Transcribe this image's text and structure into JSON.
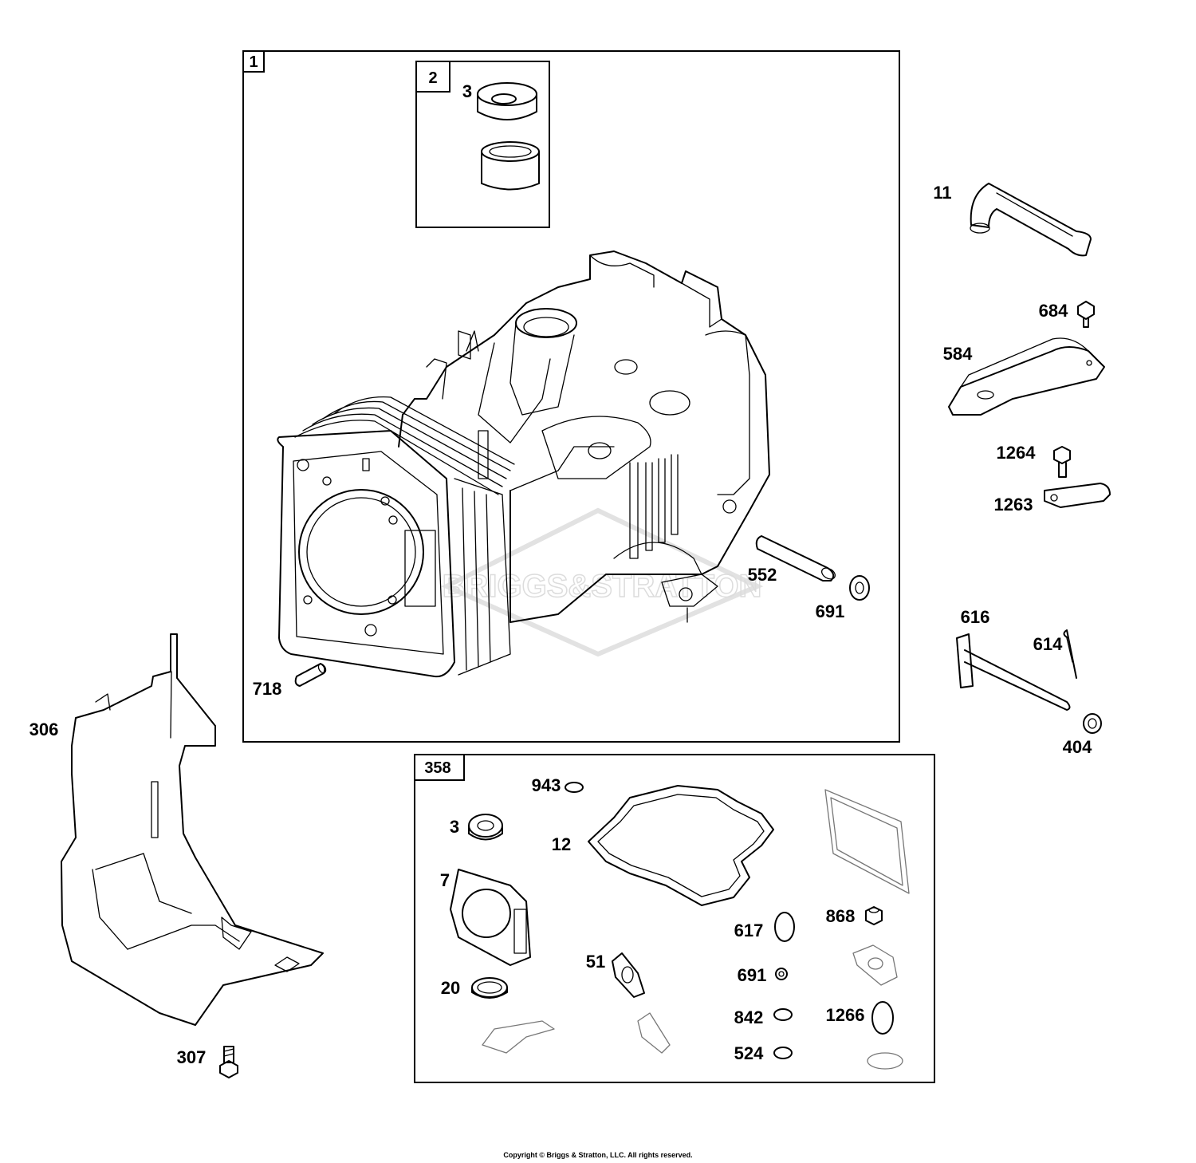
{
  "diagram": {
    "kit_boxes": {
      "cylinder_assembly": "1",
      "bearing_kit": "2",
      "gasket_set": "358"
    },
    "callouts": {
      "bearing_top": "3",
      "breather_tube": "11",
      "screw_684": "684",
      "breather_cover": "584",
      "screw_1264": "1264",
      "plate_1263": "1263",
      "governor_shaft": "552",
      "washer_691_upper": "691",
      "governor_crank": "616",
      "hairpin_clip": "614",
      "washer_404": "404",
      "dowel_pin": "718",
      "air_guide": "306",
      "screw_307": "307",
      "oring_943": "943",
      "oil_seal": "3",
      "sump_gasket": "12",
      "head_gasket": "7",
      "seal_20": "20",
      "intake_gasket": "51",
      "oring_617": "617",
      "seal_691": "691",
      "oring_842": "842",
      "oring_524": "524",
      "fitting_868": "868",
      "oring_1266": "1266"
    },
    "watermark": "BRIGGS&STRATTON"
  },
  "footer": {
    "copyright": "Copyright © Briggs & Stratton, LLC. All rights reserved."
  }
}
